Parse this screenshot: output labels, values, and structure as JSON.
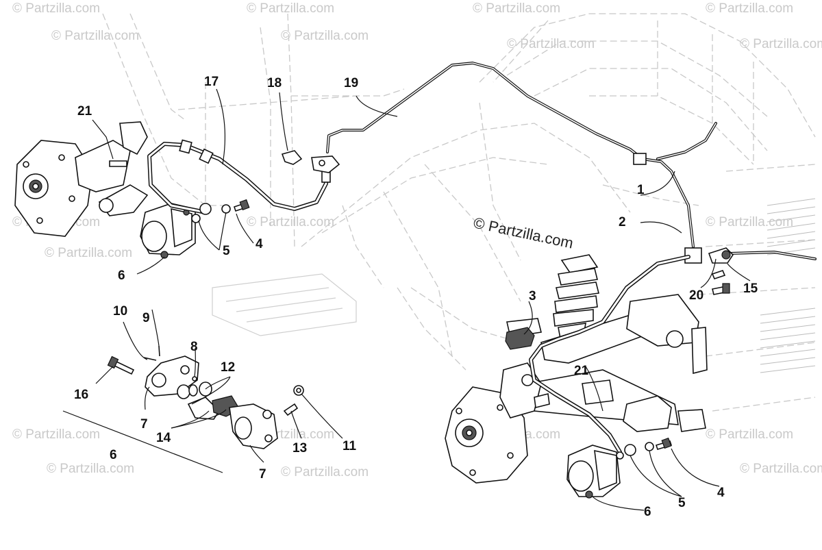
{
  "watermarks": {
    "top_left": "© Partzilla.com",
    "top_left_b": "© Partzilla.com",
    "top_mid": "© Partzilla.com",
    "top_mid_b": "© Partzilla.com",
    "top_right": "© Partzilla.com",
    "top_right_b": "© Partzilla.com",
    "left_mid": "© Partzilla.com",
    "left_mid_b": "© Partzilla.com",
    "center_mid": "© Partzilla.com",
    "center": "© Partzilla.com",
    "right_mid": "© Partzilla.com",
    "bottom_left": "© Partzilla.com",
    "bottom_left_b": "© Partzilla.com",
    "bottom_mid": "© Partzilla.com",
    "bottom_right": "© Partzilla.com",
    "bottom_right_b": "© Partzilla.com"
  },
  "callouts": {
    "c1": "1",
    "c2": "2",
    "c3": "3",
    "c4a": "4",
    "c4b": "4",
    "c5a": "5",
    "c5b": "5",
    "c6a": "6",
    "c6b": "6",
    "c6c": "6",
    "c7a": "7",
    "c7b": "7",
    "c8": "8",
    "c9": "9",
    "c10": "10",
    "c11": "11",
    "c12": "12",
    "c13": "13",
    "c14": "14",
    "c15": "15",
    "c16": "16",
    "c17": "17",
    "c18": "18",
    "c19": "19",
    "c20": "20",
    "c21a": "21",
    "c21b": "21"
  }
}
